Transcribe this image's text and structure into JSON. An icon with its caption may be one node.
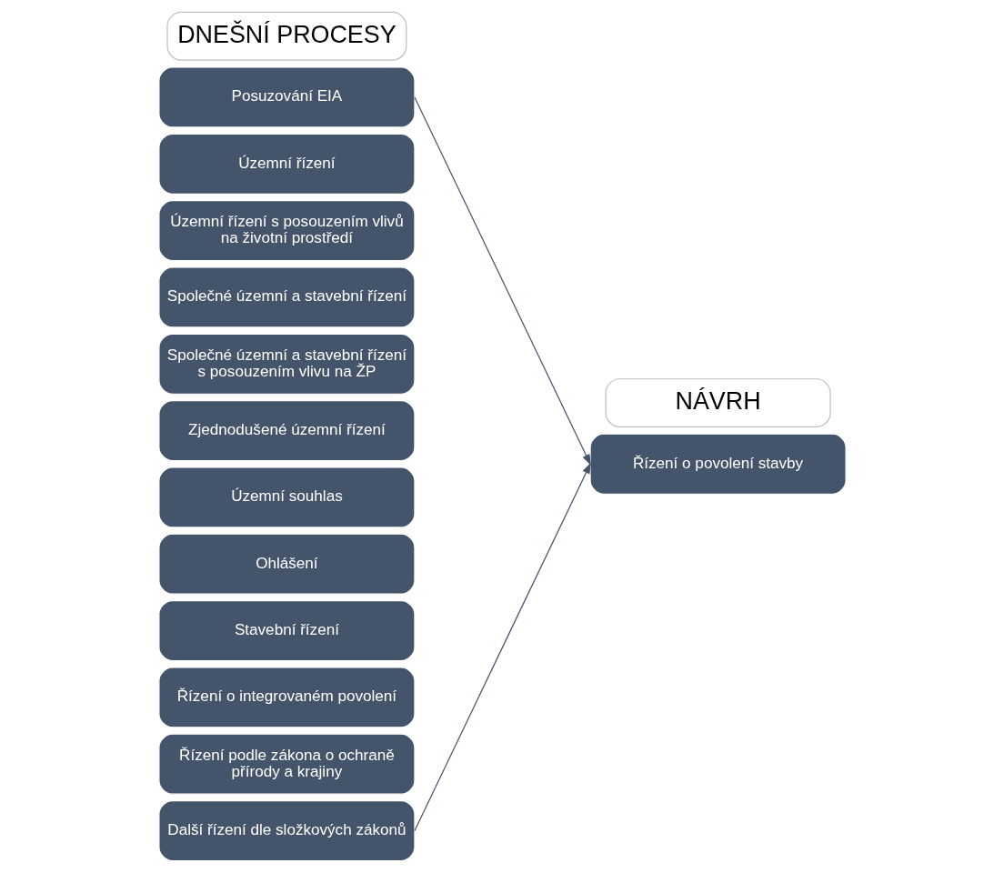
{
  "diagram": {
    "nodes": [
      {
        "text": [
          "DNEŠNÍ PROCESY"
        ]
      },
      {
        "text": [
          "Posuzování EIA"
        ]
      },
      {
        "text": [
          "Územní řízení"
        ]
      },
      {
        "text": [
          "Územní řízení s posouzením vlivů na životní prostředí"
        ]
      },
      {
        "text": [
          "Společné územní a stavební řízení"
        ]
      },
      {
        "text": [
          "Společné územní a stavební řízení s posouzením vlivu na ŽP"
        ]
      },
      {
        "text": [
          "Zjednodušené územní řízení"
        ]
      },
      {
        "text": [
          "Územní souhlas"
        ]
      },
      {
        "text": [
          "Ohlášení"
        ]
      },
      {
        "text": [
          "Stavební řízení"
        ]
      },
      {
        "text": [
          "Řízení o integrovaném povolení"
        ]
      },
      {
        "text": [
          "Řízení podle zákona o ochraně přírody a krajiny"
        ]
      },
      {
        "text": [
          "Další řízení dle složkových zákonů"
        ]
      },
      {
        "text": [
          "NÁVRH"
        ]
      },
      {
        "text": [
          "Řízení o povolení stavby"
        ]
      }
    ],
    "edges": [
      {
        "from": 1,
        "to": 14,
        "arrow": "to"
      },
      {
        "from": 12,
        "to": 14,
        "arrow": "to"
      }
    ]
  }
}
